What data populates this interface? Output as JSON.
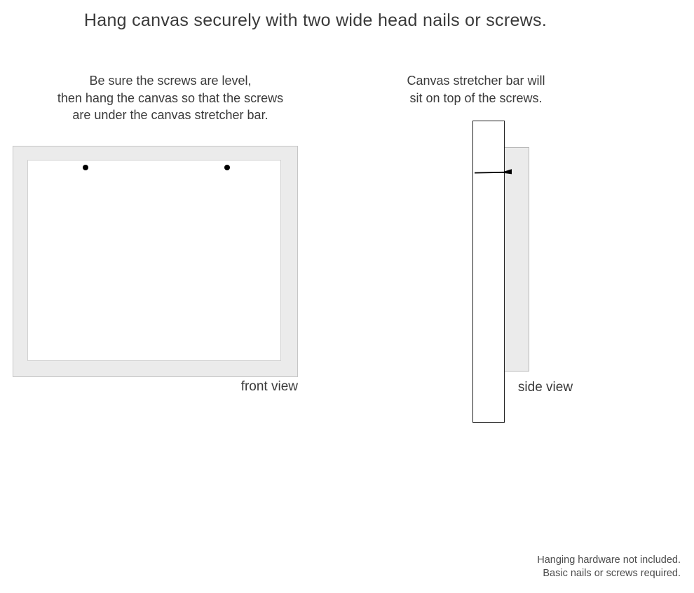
{
  "title": "Hang canvas securely with two wide head nails or screws.",
  "instructions": {
    "front": "Be sure the screws are level,\nthen hang the canvas so that the screws\nare under the canvas stretcher bar.",
    "side": "Canvas stretcher bar will\nsit on top of the screws."
  },
  "views": {
    "front_label": "front view",
    "side_label": "side view"
  },
  "footnote": "Hanging hardware not included.\nBasic nails or screws required.",
  "colors": {
    "text": "#3a3a3a",
    "canvas_fill": "#ebebeb",
    "canvas_border": "#c6c6c6",
    "inner_border": "#d2d2d2",
    "bar_border": "#1f1f1f",
    "nail": "#000000",
    "footnote_text": "#4c4c4c"
  }
}
